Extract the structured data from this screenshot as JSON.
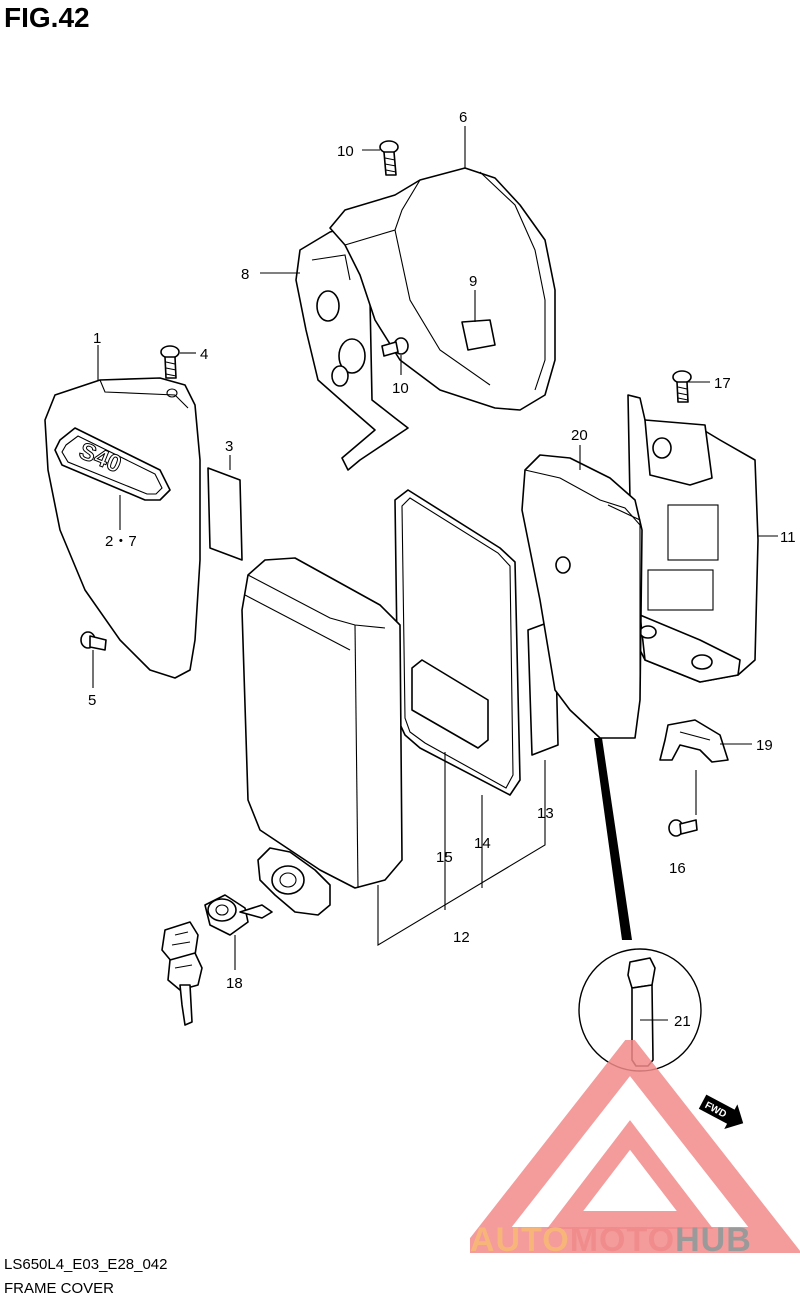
{
  "figure": {
    "title": "FIG.42",
    "code": "LS650L4_E03_E28_042",
    "name": "FRAME COVER"
  },
  "callouts": {
    "p1": "1",
    "p2_7": "2・7",
    "p3": "3",
    "p4": "4",
    "p5": "5",
    "p6": "6",
    "p8": "8",
    "p9": "9",
    "p10a": "10",
    "p10b": "10",
    "p11": "11",
    "p12": "12",
    "p13": "13",
    "p14": "14",
    "p15": "15",
    "p16": "16",
    "p17": "17",
    "p18": "18",
    "p19": "19",
    "p20": "20",
    "p21": "21"
  },
  "emblem_text": "S40",
  "fwd_label": "FWD",
  "logo": {
    "part1": "AUTO",
    "part2": "MOTO",
    "part3": "HUB",
    "colors": {
      "auto": "#f7b57a",
      "moto": "#f08c8c",
      "hub": "#9a9a9a",
      "triangle": "#f28a8a"
    }
  }
}
